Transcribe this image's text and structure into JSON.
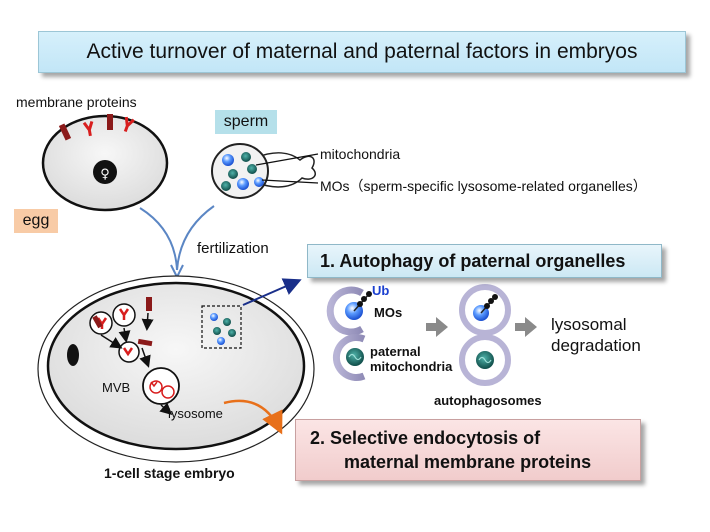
{
  "title": "Active turnover of maternal and paternal factors in embryos",
  "egg": {
    "tag": "egg",
    "membrane_label": "membrane proteins",
    "female_symbol": "♀"
  },
  "sperm": {
    "tag": "sperm",
    "mito_label": "mitochondria",
    "mos_label": "MOs（sperm-specific lysosome-related organelles）"
  },
  "fertilization_label": "fertilization",
  "embryo": {
    "mvb_label": "MVB",
    "lysosome_label": "lysosome",
    "caption": "1-cell stage embryo"
  },
  "autophagy": {
    "heading": "1. Autophagy of paternal organelles",
    "ub_label": "Ub",
    "mos_label": "MOs",
    "paternal_label_line1": "paternal",
    "paternal_label_line2": "mitochondria",
    "autophagosomes_label": "autophagosomes",
    "degradation_line1": "lysosomal",
    "degradation_line2": "degradation"
  },
  "endocytosis": {
    "line1": "2. Selective endocytosis of",
    "line2": "maternal membrane proteins"
  },
  "colors": {
    "mos": "#3a7df0",
    "mitochondria": "#1e6f6a",
    "membrane_protein": "#8b1a1a",
    "red_y": "#d81e1e",
    "arrow_blue": "#1a2f8a",
    "arrow_orange": "#e8701a"
  }
}
